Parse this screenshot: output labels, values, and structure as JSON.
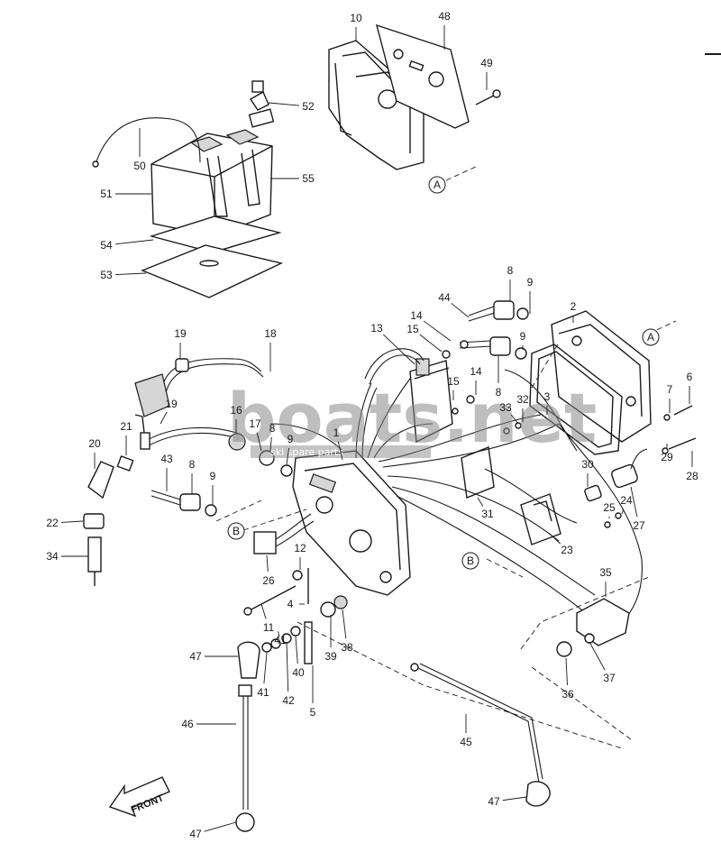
{
  "callouts": [
    {
      "id": "c10",
      "text": "10"
    },
    {
      "id": "c48",
      "text": "48"
    },
    {
      "id": "c49",
      "text": "49"
    },
    {
      "id": "c52",
      "text": "52"
    },
    {
      "id": "c50",
      "text": "50"
    },
    {
      "id": "c51",
      "text": "51"
    },
    {
      "id": "c55",
      "text": "55"
    },
    {
      "id": "c54",
      "text": "54"
    },
    {
      "id": "c53",
      "text": "53"
    },
    {
      "id": "cA1",
      "text": "A"
    },
    {
      "id": "c8a",
      "text": "8"
    },
    {
      "id": "c9a",
      "text": "9"
    },
    {
      "id": "c2",
      "text": "2"
    },
    {
      "id": "c44",
      "text": "44"
    },
    {
      "id": "c14a",
      "text": "14"
    },
    {
      "id": "c13",
      "text": "13"
    },
    {
      "id": "c15a",
      "text": "15"
    },
    {
      "id": "cA2",
      "text": "A"
    },
    {
      "id": "c19a",
      "text": "19"
    },
    {
      "id": "c18",
      "text": "18"
    },
    {
      "id": "c8b",
      "text": "8"
    },
    {
      "id": "c9b",
      "text": "9"
    },
    {
      "id": "c15b",
      "text": "15"
    },
    {
      "id": "c14b",
      "text": "14"
    },
    {
      "id": "c3",
      "text": "3"
    },
    {
      "id": "c33",
      "text": "33"
    },
    {
      "id": "c32",
      "text": "32"
    },
    {
      "id": "c7",
      "text": "7"
    },
    {
      "id": "c6",
      "text": "6"
    },
    {
      "id": "c19b",
      "text": "19"
    },
    {
      "id": "c16",
      "text": "16"
    },
    {
      "id": "c17",
      "text": "17"
    },
    {
      "id": "c8c",
      "text": "8"
    },
    {
      "id": "c9c",
      "text": "9"
    },
    {
      "id": "c1",
      "text": "1"
    },
    {
      "id": "c21",
      "text": "21"
    },
    {
      "id": "c20",
      "text": "20"
    },
    {
      "id": "c43",
      "text": "43"
    },
    {
      "id": "c8d",
      "text": "8"
    },
    {
      "id": "c9d",
      "text": "9"
    },
    {
      "id": "c30",
      "text": "30"
    },
    {
      "id": "c29",
      "text": "29"
    },
    {
      "id": "c28",
      "text": "28"
    },
    {
      "id": "c31",
      "text": "31"
    },
    {
      "id": "c25",
      "text": "25"
    },
    {
      "id": "c24",
      "text": "24"
    },
    {
      "id": "c27",
      "text": "27"
    },
    {
      "id": "c22",
      "text": "22"
    },
    {
      "id": "cB1",
      "text": "B"
    },
    {
      "id": "c23",
      "text": "23"
    },
    {
      "id": "c34",
      "text": "34"
    },
    {
      "id": "c26",
      "text": "26"
    },
    {
      "id": "c12",
      "text": "12"
    },
    {
      "id": "cB2",
      "text": "B"
    },
    {
      "id": "c35",
      "text": "35"
    },
    {
      "id": "c4",
      "text": "4"
    },
    {
      "id": "c11",
      "text": "11"
    },
    {
      "id": "c39",
      "text": "39"
    },
    {
      "id": "c38",
      "text": "38"
    },
    {
      "id": "c47a",
      "text": "47"
    },
    {
      "id": "c41a",
      "text": "41"
    },
    {
      "id": "c41b",
      "text": "41"
    },
    {
      "id": "c40",
      "text": "40"
    },
    {
      "id": "c42",
      "text": "42"
    },
    {
      "id": "c5",
      "text": "5"
    },
    {
      "id": "c36",
      "text": "36"
    },
    {
      "id": "c37",
      "text": "37"
    },
    {
      "id": "c46",
      "text": "46"
    },
    {
      "id": "c45",
      "text": "45"
    },
    {
      "id": "c47b",
      "text": "47"
    },
    {
      "id": "c47c",
      "text": "47"
    }
  ],
  "front_arrow": "FRONT",
  "watermark": {
    "brand": "boats.net",
    "tagline": "ski spare parts"
  }
}
